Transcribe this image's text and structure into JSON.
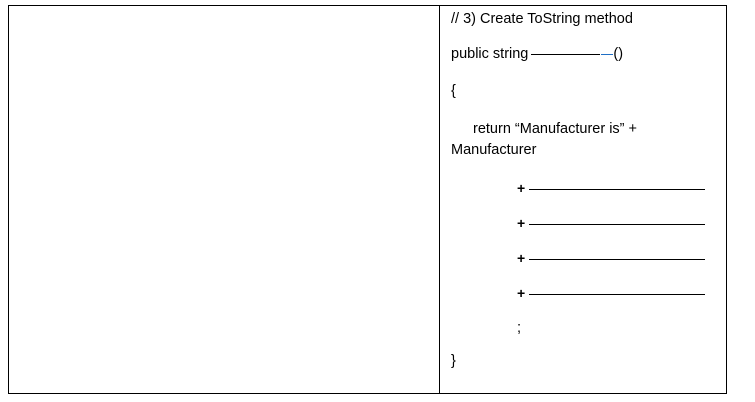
{
  "document": {
    "kind": "fill-in-the-blank code worksheet",
    "table": {
      "columns": 2,
      "rows": 1,
      "border_color": "#000000"
    }
  },
  "left_cell": {
    "content": ""
  },
  "code": {
    "comment": "// 3) Create ToString method",
    "signature_prefix": "public string",
    "signature_blank": "________",
    "signature_suffix": "()",
    "open_brace": "{",
    "return_statement": "return “Manufacturer is” + Manufacturer",
    "plus_lines": [
      {
        "operator": "+",
        "blank": "______________________"
      },
      {
        "operator": "+",
        "blank": "______________________"
      },
      {
        "operator": "+",
        "blank": "______________________"
      },
      {
        "operator": "+",
        "blank": "______________________"
      }
    ],
    "semicolon": ";",
    "close_brace": "}"
  },
  "colors": {
    "text": "#000000",
    "rule": "#000000",
    "hyperlink_blue": "#1f6fc5",
    "background": "#ffffff"
  }
}
